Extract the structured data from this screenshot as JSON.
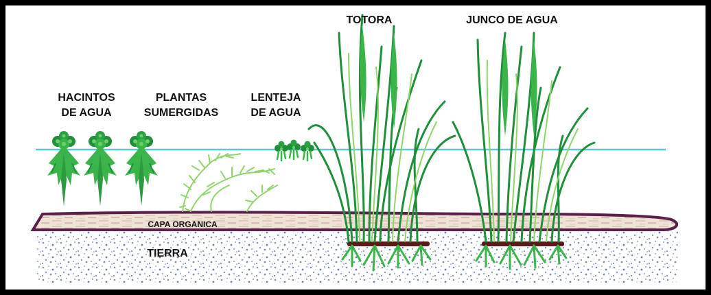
{
  "labels": {
    "hacintos_line1": "HACINTOS",
    "hacintos_line2": "DE AGUA",
    "plantas_line1": "PLANTAS",
    "plantas_line2": "SUMERGIDAS",
    "lenteja_line1": "LENTEJA",
    "lenteja_line2": "DE AGUA",
    "totora": "TOTORA",
    "junco": "JUNCO DE AGUA",
    "capa": "CAPA ORGANICA",
    "tierra": "TIERRA"
  },
  "colors": {
    "frame": "#000000",
    "water_line": "#5bc8d8",
    "organic_fill": "#ead9cc",
    "organic_border": "#5a1f4a",
    "soil": "#7d8fb5",
    "leaf_dark": "#1f8f3a",
    "leaf_mid": "#3ab54a",
    "leaf_light": "#8fd66a",
    "rhizome": "#5a1a1a"
  },
  "icons": {
    "hyacinth": "water-hyacinth-icon",
    "submerged": "submerged-plant-icon",
    "duckweed": "duckweed-icon",
    "reed": "reed-plant-icon",
    "rush": "rush-plant-icon"
  }
}
